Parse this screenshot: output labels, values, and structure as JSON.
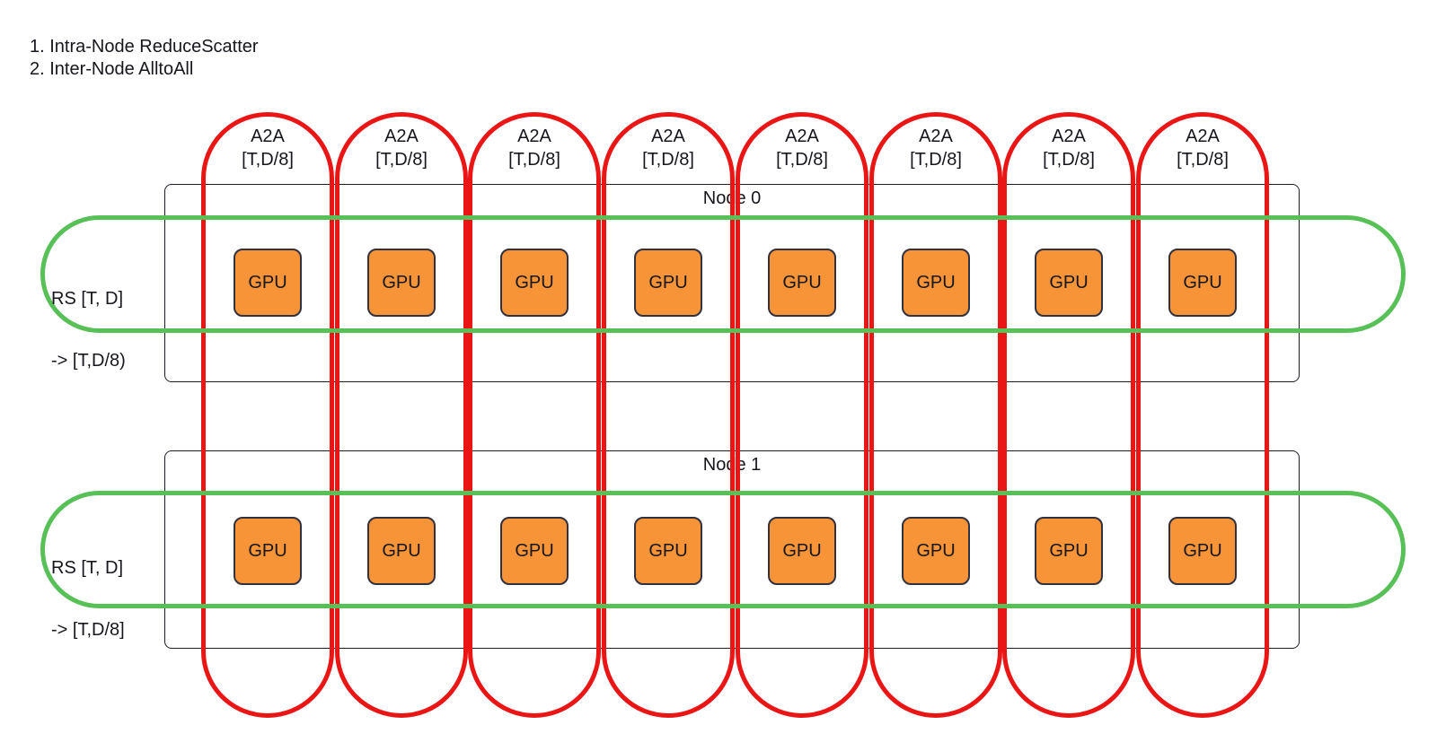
{
  "header": {
    "lines": [
      "1. Intra-Node ReduceScatter",
      "2. Inter-Node AlltoAll"
    ]
  },
  "colors": {
    "alltoall_red": "#EA1616",
    "reducescatter_green": "#57C057",
    "gpu_orange": "#F79438"
  },
  "alltoall": {
    "count": 8,
    "label_line1": "A2A",
    "label_line2": "[T,D/8]"
  },
  "gpu_label": "GPU",
  "nodes": [
    {
      "label": "Node 0",
      "rs_label_line1": "RS [T, D]",
      "rs_label_line2": "-> [T,D/8)",
      "gpu_count": 8
    },
    {
      "label": "Node 1",
      "rs_label_line1": "RS [T, D]",
      "rs_label_line2": "-> [T,D/8]",
      "gpu_count": 8
    }
  ]
}
